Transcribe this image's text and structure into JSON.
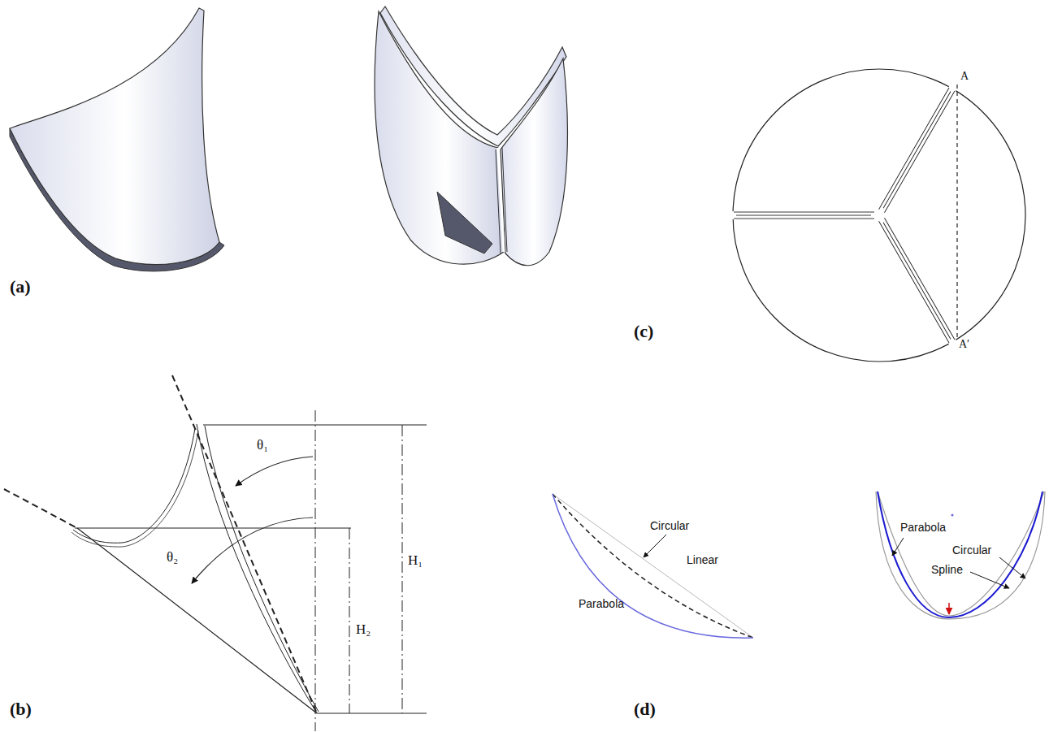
{
  "diagram": {
    "labels": [
      "(a)",
      "(b)",
      "(c)",
      "(d)",
      "θ₁",
      "θ₂",
      "H₁",
      "H₂",
      "A",
      "A′",
      "Circular",
      "Linear",
      "Parabola",
      "Parabola",
      "Circular",
      "Spline"
    ]
  }
}
